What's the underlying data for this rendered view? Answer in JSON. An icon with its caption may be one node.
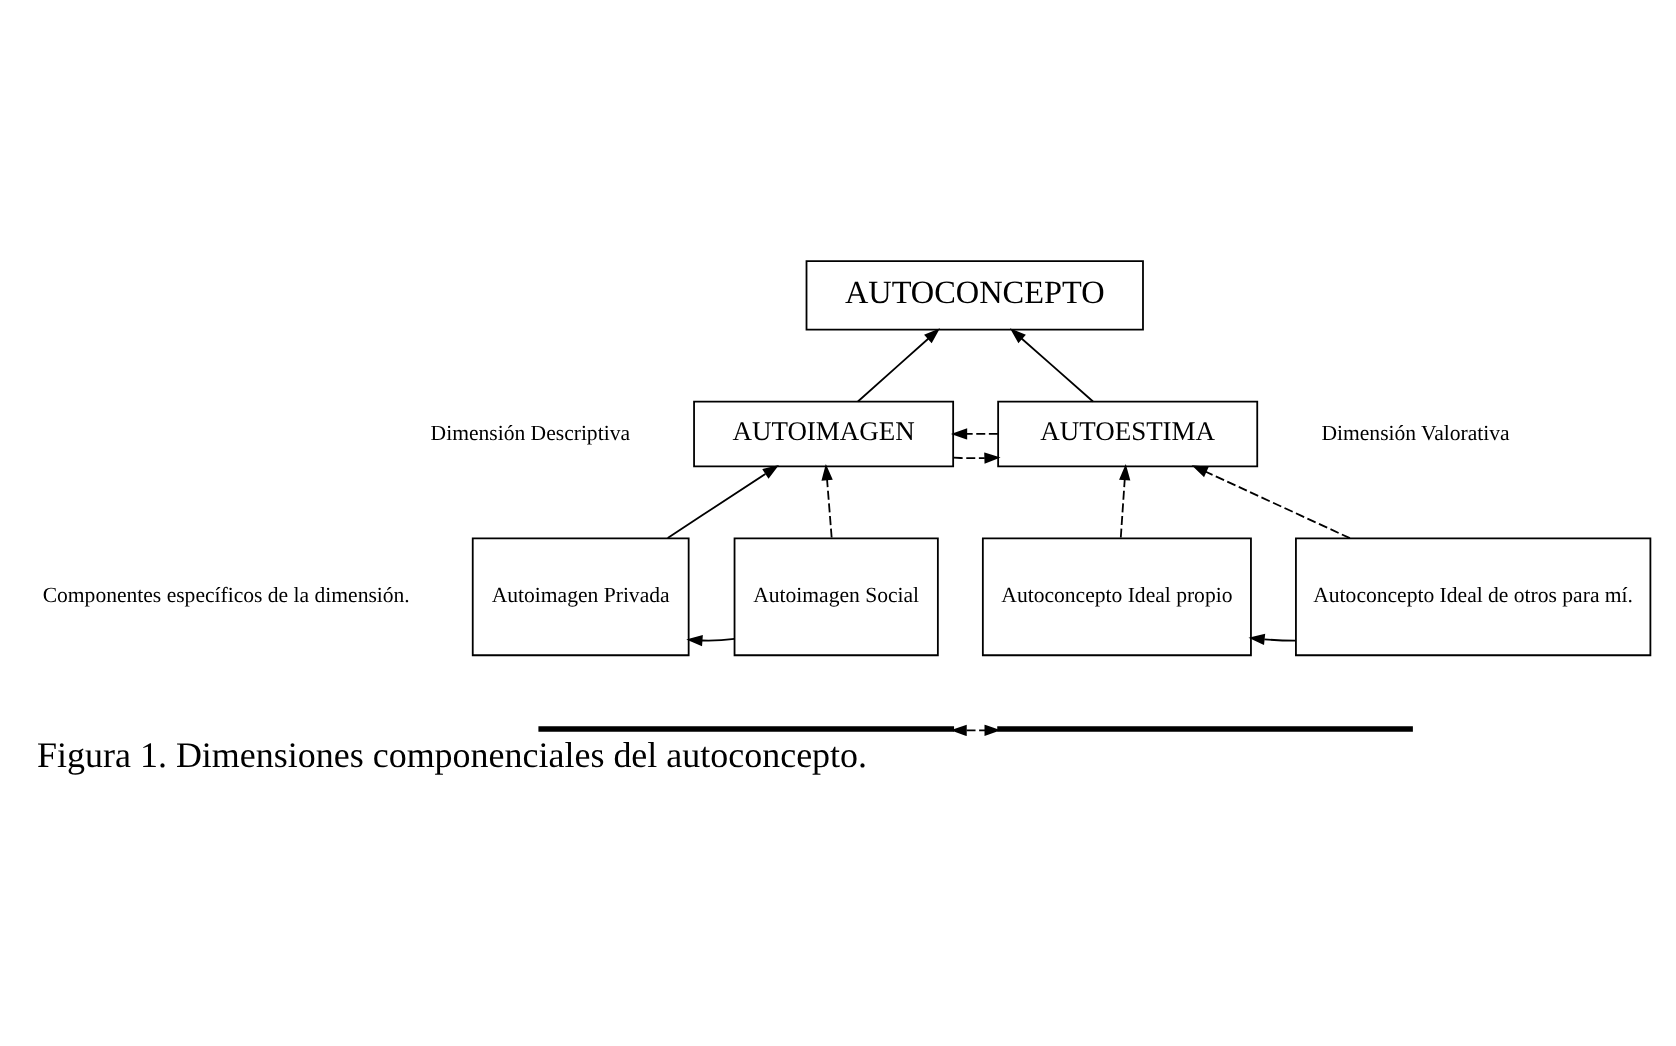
{
  "diagram": {
    "caption": "Figura 1. Dimensiones componenciales del autoconcepto.",
    "nodes": [
      {
        "text": [
          "AUTOCONCEPTO"
        ]
      },
      {
        "text": [
          "AUTOIMAGEN"
        ]
      },
      {
        "text": [
          "AUTOESTIMA"
        ]
      },
      {
        "text": [
          "Autoimagen Privada"
        ]
      },
      {
        "text": [
          "Autoimagen Social"
        ]
      },
      {
        "text": [
          "Autoconcepto Ideal propio"
        ]
      },
      {
        "text": [
          "Autoconcepto Ideal de otros para mí."
        ]
      },
      {
        "text": [],
        "shape": "bar"
      },
      {
        "text": [],
        "shape": "bar"
      }
    ],
    "edges": [
      {
        "from": 1,
        "to": 0,
        "arrow": "to"
      },
      {
        "from": 2,
        "to": 0,
        "arrow": "to"
      },
      {
        "from": 2,
        "to": 1,
        "arrow": "to",
        "style": "dashed"
      },
      {
        "from": 1,
        "to": 2,
        "arrow": "to",
        "style": "dashed"
      },
      {
        "from": 3,
        "to": 1,
        "arrow": "to"
      },
      {
        "from": 4,
        "to": 1,
        "arrow": "to",
        "style": "dashed"
      },
      {
        "from": 5,
        "to": 2,
        "arrow": "to",
        "style": "dashed"
      },
      {
        "from": 6,
        "to": 2,
        "arrow": "to",
        "style": "dashed"
      },
      {
        "from": 4,
        "to": 3,
        "arrow": "to"
      },
      {
        "from": 6,
        "to": 5,
        "arrow": "to"
      },
      {
        "from": 7,
        "to": 8,
        "arrow": "both",
        "style": "dashed"
      }
    ],
    "labels": [
      "Dimensión Descriptiva",
      "Dimensión Valorativa",
      "Componentes específicos de la dimensión."
    ]
  }
}
